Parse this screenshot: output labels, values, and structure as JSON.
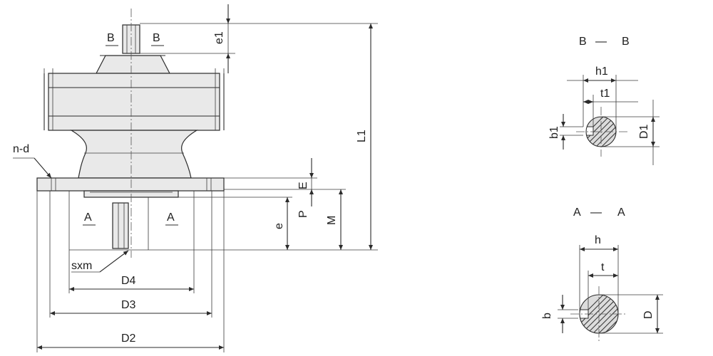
{
  "labels": {
    "n_d": "n-d",
    "b_left": "B",
    "b_right": "B",
    "e1": "e1",
    "l1": "L1",
    "e_cap": "E",
    "p": "P",
    "e": "e",
    "m": "M",
    "a_left": "A",
    "a_right": "A",
    "sxm": "sxm",
    "d4": "D4",
    "d3": "D3",
    "d2": "D2"
  },
  "section_bb": {
    "title_a": "B",
    "dash": "—",
    "title_b": "B",
    "h1": "h1",
    "t1": "t1",
    "b1": "b1",
    "d1": "D1"
  },
  "section_aa": {
    "title_a": "A",
    "dash": "—",
    "title_b": "A",
    "h": "h",
    "t": "t",
    "b": "b",
    "d": "D"
  }
}
